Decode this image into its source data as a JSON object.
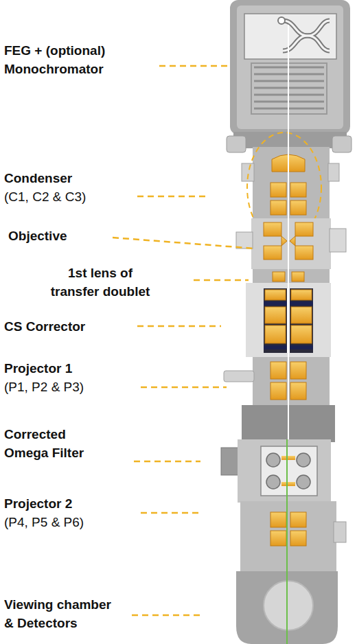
{
  "diagram": {
    "labels": [
      "FEG + (optional) Monochromator",
      "Condenser",
      "(C1, C2 & C3)",
      "Objective",
      "1st lens of transfer doublet",
      "CS Corrector",
      "Projector 1",
      "(P1, P2 & P3)",
      "Corrected Omega Filter",
      "Projector 2",
      "(P4, P5 & P6)",
      "Viewing chamber & Detectors"
    ]
  }
}
